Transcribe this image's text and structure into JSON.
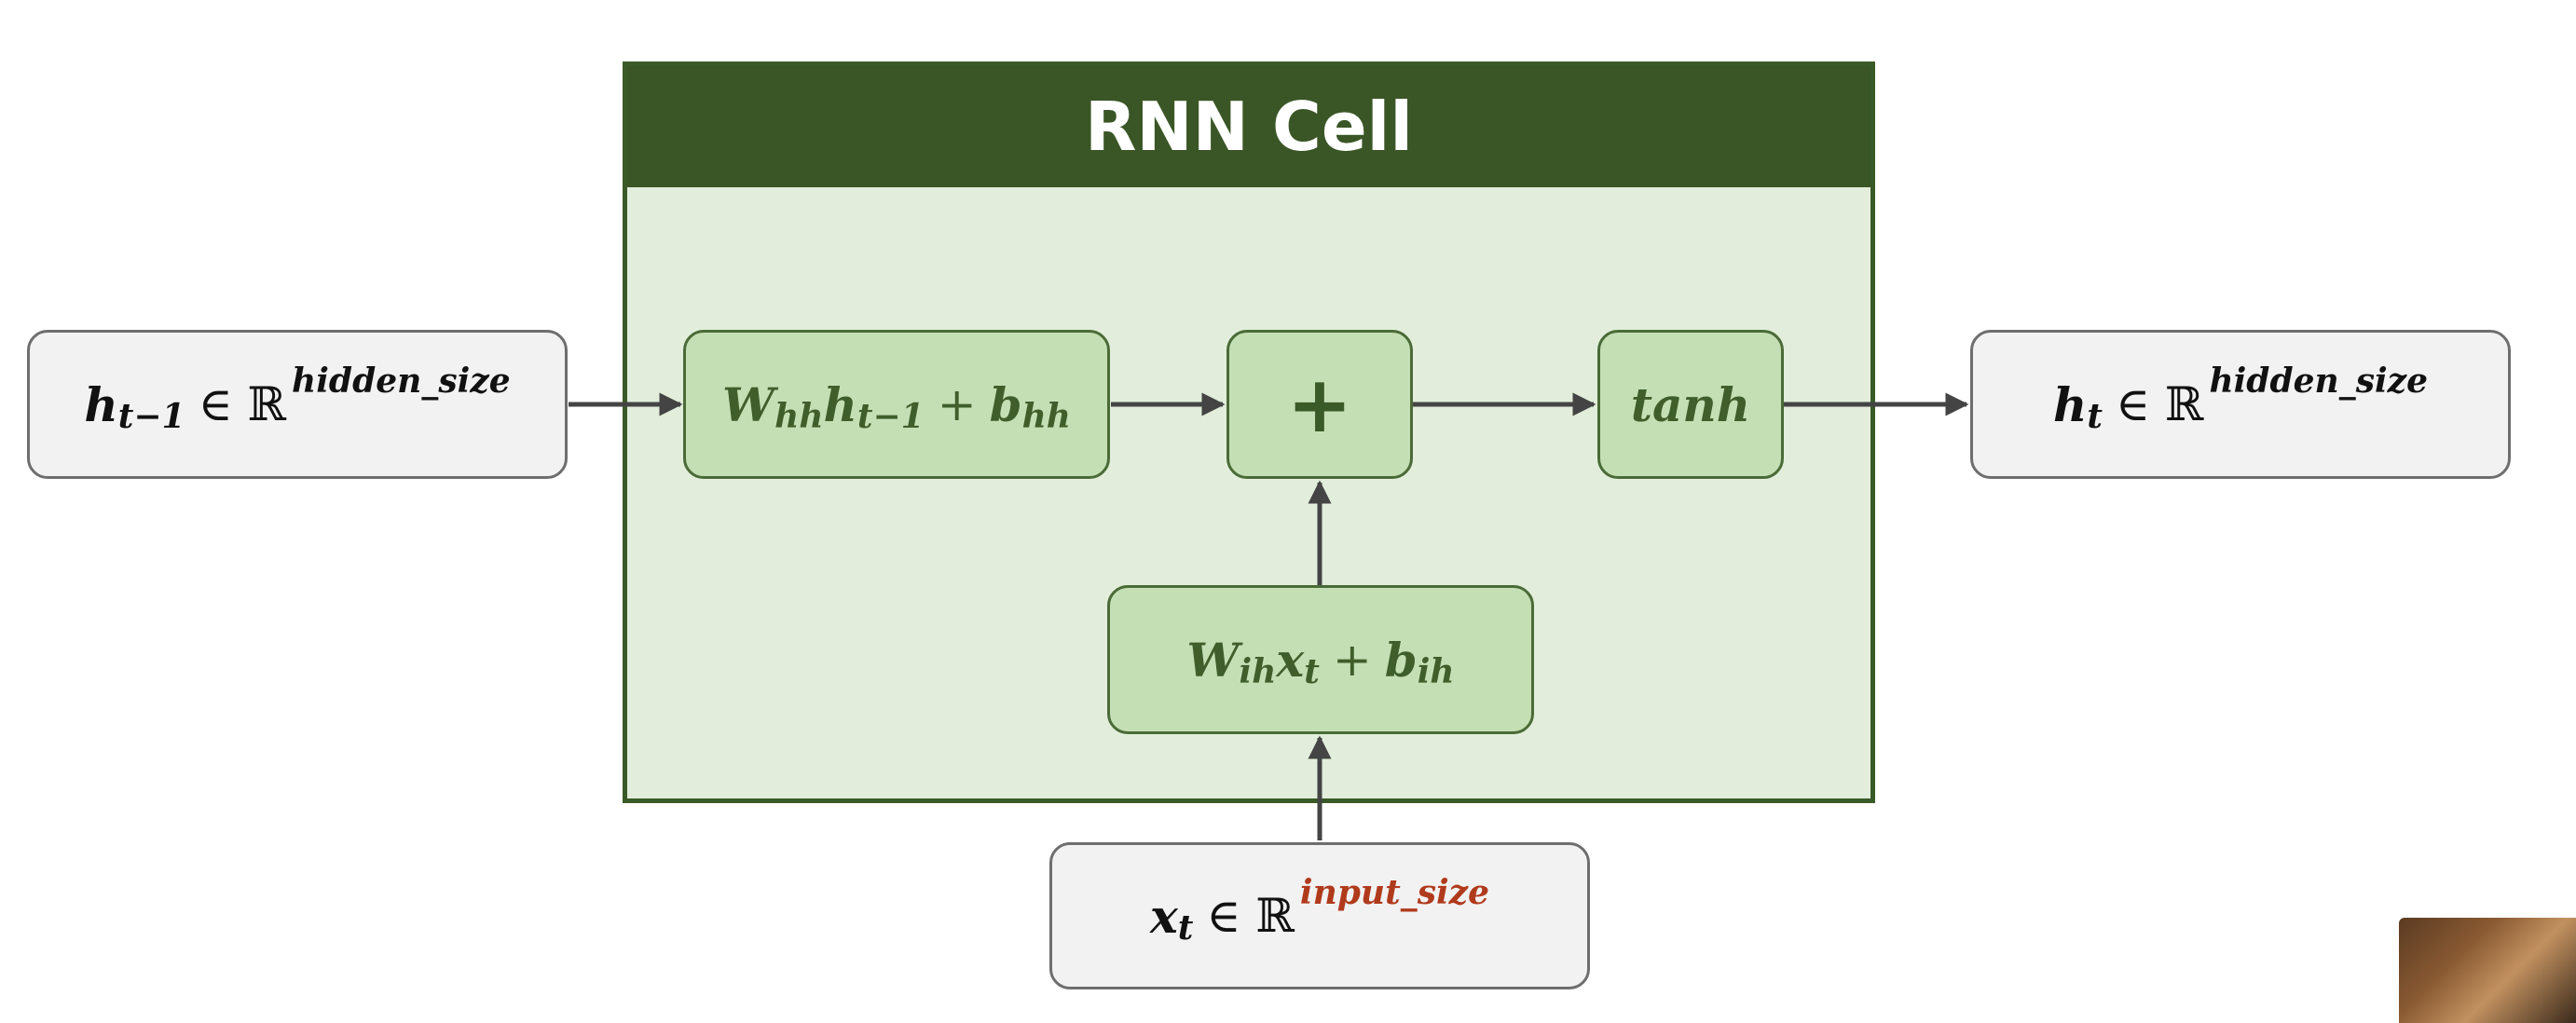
{
  "cell": {
    "title": "RNN Cell"
  },
  "h_prev": {
    "var": "h",
    "sub": "t−1",
    "in": "∈ ℝ",
    "sup": "hidden_size"
  },
  "h_out": {
    "var": "h",
    "sub": "t",
    "in": "∈ ℝ",
    "sup": "hidden_size"
  },
  "x_in": {
    "var": "x",
    "sub": "t",
    "in": "∈ ℝ",
    "sup": "input_size"
  },
  "whh": {
    "w": "W",
    "w_sub": "hh",
    "h": "h",
    "h_sub": "t−1",
    "plus": "+",
    "b": "b",
    "b_sub": "hh"
  },
  "wih": {
    "w": "W",
    "w_sub": "ih",
    "x": "x",
    "x_sub": "t",
    "plus": "+",
    "b": "b",
    "b_sub": "ih"
  },
  "sum": {
    "symbol": "+"
  },
  "activation": {
    "label": "tanh"
  },
  "colors": {
    "header": "#3b5626",
    "cell_fill": "#e2eedb",
    "node_fill": "#c5dfb5",
    "node_text": "#3f5e2b",
    "input_size_accent": "#b03a1c",
    "io_fill": "#f2f2f2"
  }
}
